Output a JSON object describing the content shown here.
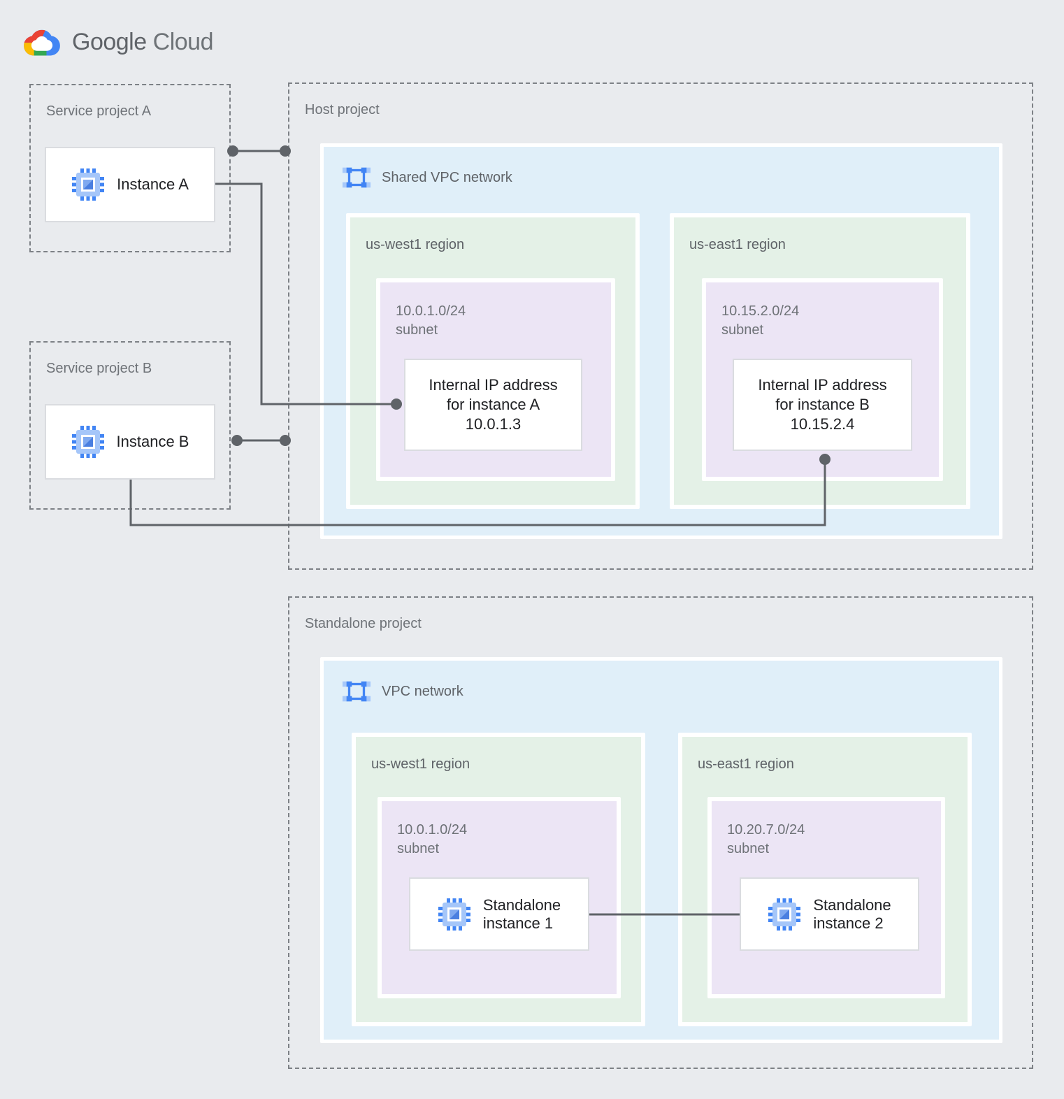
{
  "logo": {
    "brand": "Google",
    "product": "Cloud"
  },
  "projects": {
    "service_a": {
      "label": "Service project A",
      "instance_label": "Instance A"
    },
    "service_b": {
      "label": "Service project B",
      "instance_label": "Instance B"
    },
    "host": {
      "label": "Host project",
      "network_label": "Shared VPC network",
      "regions": [
        {
          "label": "us-west1 region",
          "subnet_cidr": "10.0.1.0/24",
          "subnet_word": "subnet",
          "card_lines": [
            "Internal IP address",
            "for instance A",
            "10.0.1.3"
          ]
        },
        {
          "label": "us-east1 region",
          "subnet_cidr": "10.15.2.0/24",
          "subnet_word": "subnet",
          "card_lines": [
            "Internal IP address",
            "for instance B",
            "10.15.2.4"
          ]
        }
      ]
    },
    "standalone": {
      "label": "Standalone project",
      "network_label": "VPC network",
      "regions": [
        {
          "label": "us-west1 region",
          "subnet_cidr": "10.0.1.0/24",
          "subnet_word": "subnet",
          "card_lines": [
            "Standalone",
            "instance 1"
          ]
        },
        {
          "label": "us-east1 region",
          "subnet_cidr": "10.20.7.0/24",
          "subnet_word": "subnet",
          "card_lines": [
            "Standalone",
            "instance 2"
          ]
        }
      ]
    }
  },
  "icons": {
    "logo_icon": "google-cloud-logo",
    "instance_icon": "compute-engine-chip-icon",
    "network_icon": "vpc-network-icon"
  },
  "palette": {
    "page_background": "#E9EBEE",
    "vpc_blue": "#E0EFF9",
    "region_green": "#E4F1E7",
    "subnet_purple": "#ECE5F5",
    "card_border": "#DADCE0",
    "dashed_border": "#7D8186",
    "connector": "#5F6368",
    "icon_blue": "#4285F4",
    "icon_light_blue": "#A5C6F9",
    "logo_red": "#EA4335",
    "logo_yellow": "#FBBC04",
    "logo_green": "#34A853",
    "logo_blue": "#4285F4",
    "text_dark": "#202124",
    "text_gray": "#5F6368"
  }
}
